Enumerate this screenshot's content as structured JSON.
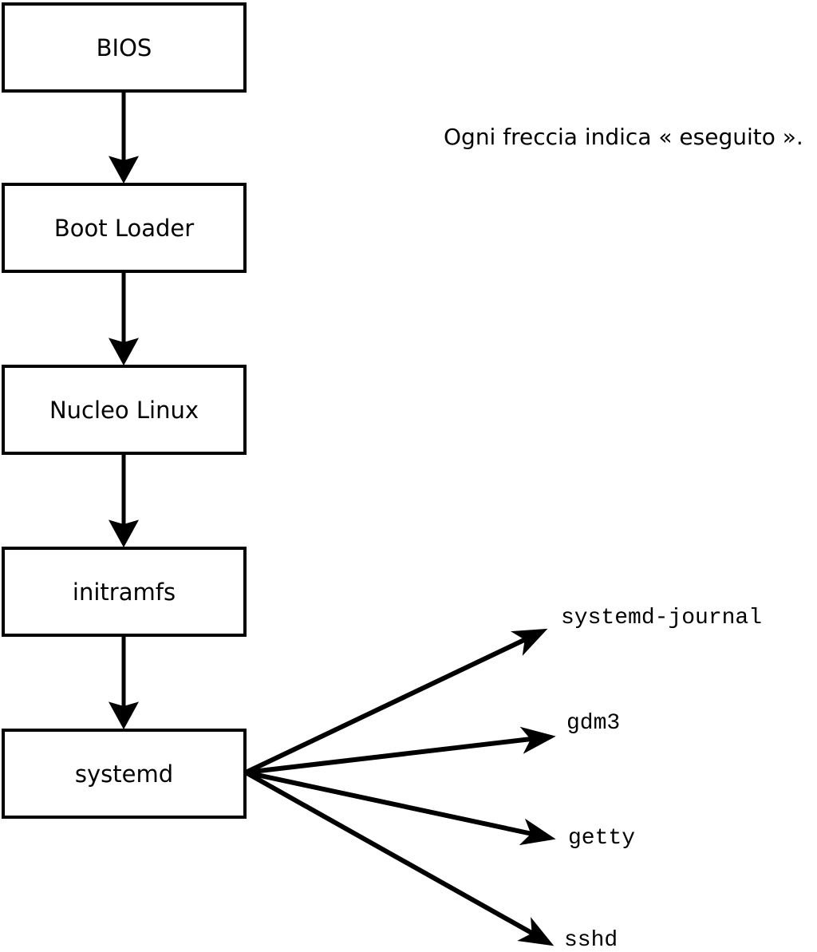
{
  "diagram": {
    "annotation": "Ogni freccia indica « eseguito ».",
    "boot_chain": [
      "BIOS",
      "Boot Loader",
      "Nucleo Linux",
      "initramfs",
      "systemd"
    ],
    "spawned_services": [
      "systemd-journal",
      "gdm3",
      "getty",
      "sshd"
    ],
    "colors": {
      "line": "#000000",
      "box_fill": "#ffffff",
      "background": "#ffffff"
    }
  }
}
